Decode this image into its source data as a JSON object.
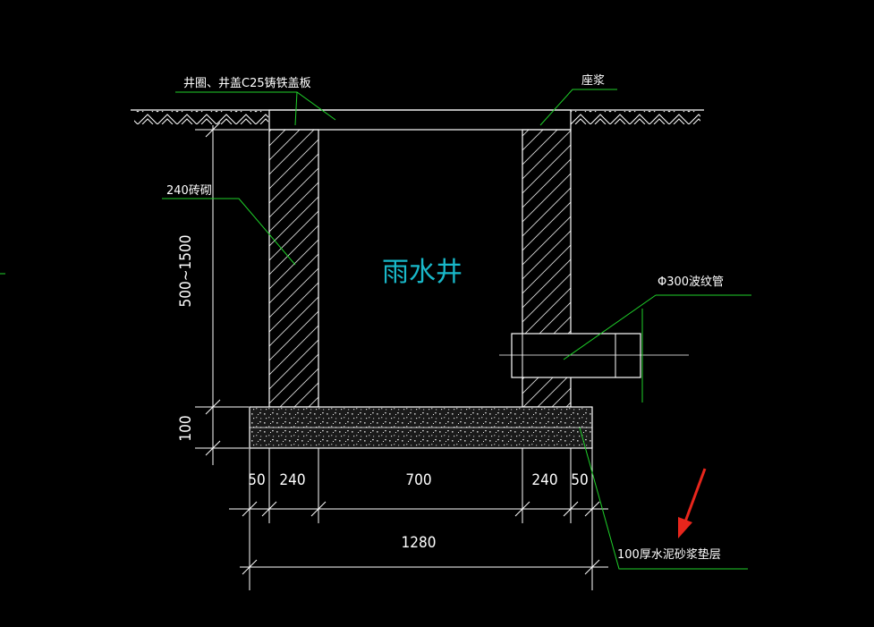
{
  "labels": {
    "cover": "井圈、井盖C25铸铁盖板",
    "mortar": "座浆",
    "brick": "240砖砌",
    "pipe": "Φ300波纹管",
    "cushion": "100厚水泥砂浆垫层",
    "title": "雨水井"
  },
  "dims": {
    "height": "500~1500",
    "base_thickness": "100",
    "seg_50_left": "50",
    "seg_240_left": "240",
    "seg_700": "700",
    "seg_240_right": "240",
    "seg_50_right": "50",
    "total": "1280"
  },
  "colors": {
    "background": "#000000",
    "lines": "#ffffff",
    "leaders": "#1fd12a",
    "title": "#19b8c9",
    "annotation_arrow": "#e8261c"
  }
}
